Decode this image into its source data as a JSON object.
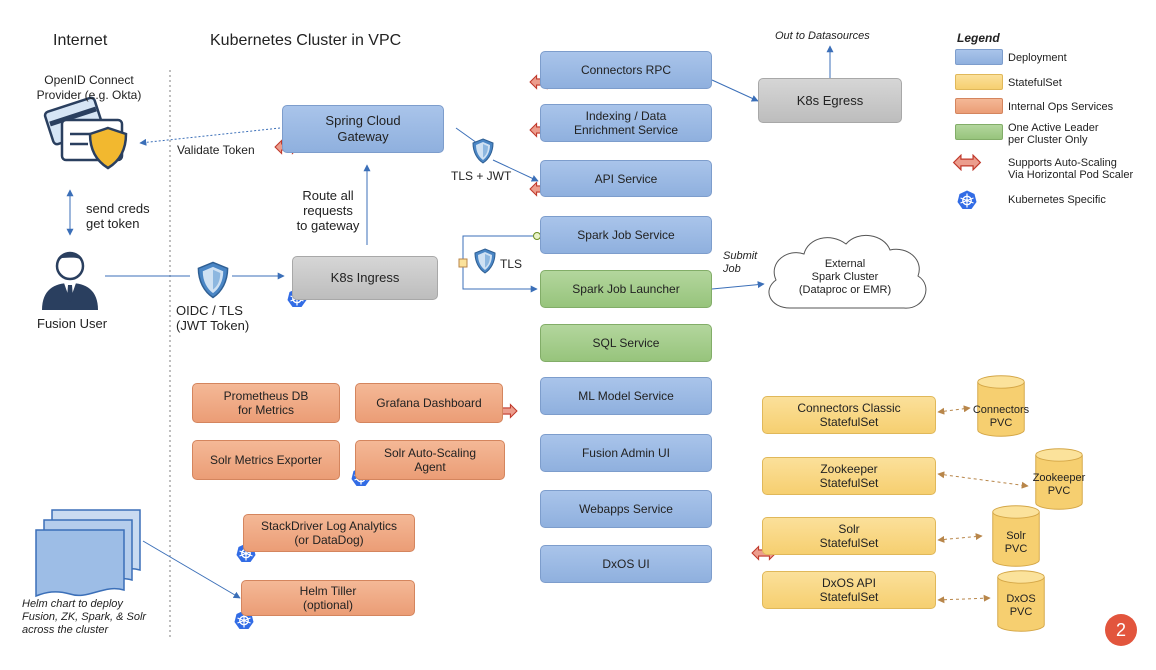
{
  "headings": {
    "internet": "Internet",
    "cluster": "Kubernetes Cluster in VPC"
  },
  "labels": {
    "openid": "OpenID Connect\nProvider (e.g. Okta)",
    "validate_token": "Validate Token",
    "send_creds": "send creds\nget token",
    "fusion_user": "Fusion User",
    "route_all": "Route all\nrequests\nto gateway",
    "oidc_tls": "OIDC / TLS\n(JWT Token)",
    "tls_jwt": "TLS + JWT",
    "tls": "TLS",
    "submit_job": "Submit\nJob",
    "out_to_datasources": "Out to Datasources",
    "helm_chart": "Helm chart to deploy\nFusion, ZK, Spark, & Solr\nacross the cluster",
    "external_spark": "External\nSpark Cluster\n(Dataproc or EMR)"
  },
  "boxes": {
    "spring_cloud_gateway": "Spring Cloud\nGateway",
    "k8s_ingress": "K8s Ingress",
    "k8s_egress": "K8s Egress",
    "connectors_rpc": "Connectors RPC",
    "indexing_service": "Indexing / Data\nEnrichment Service",
    "api_service": "API Service",
    "spark_job_service": "Spark Job Service",
    "spark_job_launcher": "Spark Job Launcher",
    "sql_service": "SQL Service",
    "ml_model_service": "ML Model Service",
    "fusion_admin_ui": "Fusion Admin UI",
    "webapps_service": "Webapps Service",
    "dxos_ui": "DxOS UI",
    "prometheus_db": "Prometheus DB\nfor Metrics",
    "grafana_dashboard": "Grafana Dashboard",
    "solr_metrics_exporter": "Solr Metrics Exporter",
    "solr_autoscaling_agent": "Solr Auto-Scaling\nAgent",
    "stackdriver": "StackDriver Log Analytics\n(or DataDog)",
    "helm_tiller": "Helm Tiller\n(optional)",
    "connectors_classic": "Connectors Classic\nStatefulSet",
    "zookeeper": "Zookeeper\nStatefulSet",
    "solr": "Solr\nStatefulSet",
    "dxos_api": "DxOS API\nStatefulSet"
  },
  "pvcs": {
    "connectors": "Connectors\nPVC",
    "zookeeper": "Zookeeper\nPVC",
    "solr": "Solr\nPVC",
    "dxos": "DxOS\nPVC"
  },
  "legend": {
    "title": "Legend",
    "deployment": "Deployment",
    "statefulset": "StatefulSet",
    "internal_ops": "Internal Ops Services",
    "active_leader": "One Active Leader\nper Cluster Only",
    "autoscaling": "Supports Auto-Scaling\nVia Horizontal Pod Scaler",
    "k8s_specific": "Kubernetes Specific"
  },
  "colors": {
    "deployment": "#97b6e2",
    "statefulset": "#f8d57f",
    "internal_ops": "#ef a882",
    "active_leader": "#a3cc88",
    "autoscale_arrow": "#e8a394",
    "k8s_icon": "#326ce5",
    "shield": "#4a86c5"
  },
  "badge": "2",
  "icons": [
    "openid-card-shield-icon",
    "user-icon",
    "helm-charts-icon",
    "shield-icon",
    "kubernetes-icon",
    "autoscale-arrow-icon",
    "cloud-icon",
    "database-cylinder-icon"
  ]
}
